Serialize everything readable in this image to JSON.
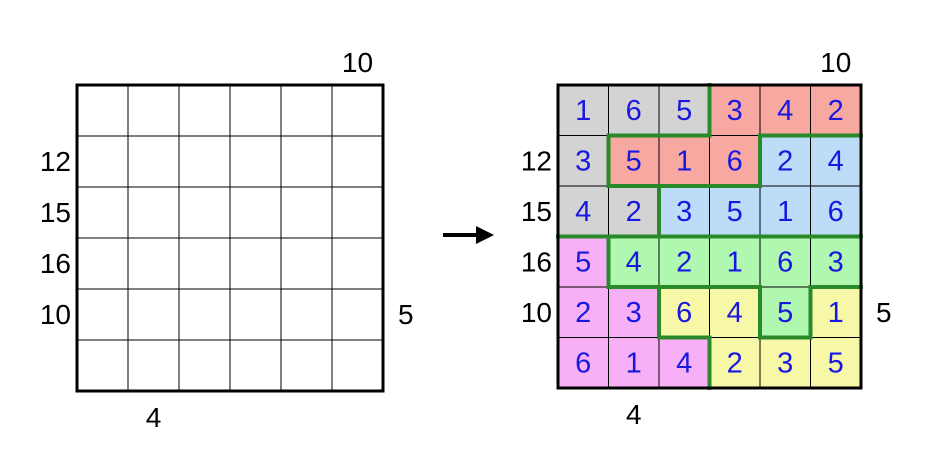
{
  "left_puzzle": {
    "top_clues": [
      "",
      "",
      "",
      "",
      "",
      "10"
    ],
    "left_clues": [
      "",
      "12",
      "15",
      "16",
      "10",
      ""
    ],
    "right_clues": [
      "",
      "",
      "",
      "",
      "5",
      ""
    ],
    "bottom_clues": [
      "",
      "4",
      "",
      "",
      "",
      ""
    ]
  },
  "arrow_icon": "right-arrow-icon",
  "right_puzzle": {
    "top_clues": [
      "",
      "",
      "",
      "",
      "",
      "10"
    ],
    "left_clues": [
      "",
      "12",
      "15",
      "16",
      "10",
      ""
    ],
    "right_clues": [
      "",
      "",
      "",
      "",
      "5",
      ""
    ],
    "bottom_clues": [
      "",
      "4",
      "",
      "",
      "",
      ""
    ],
    "digits": [
      [
        "1",
        "6",
        "5",
        "3",
        "4",
        "2"
      ],
      [
        "3",
        "5",
        "1",
        "6",
        "2",
        "4"
      ],
      [
        "4",
        "2",
        "3",
        "5",
        "1",
        "6"
      ],
      [
        "5",
        "4",
        "2",
        "1",
        "6",
        "3"
      ],
      [
        "2",
        "3",
        "6",
        "4",
        "5",
        "1"
      ],
      [
        "6",
        "1",
        "4",
        "2",
        "3",
        "5"
      ]
    ],
    "region_map": [
      [
        "A",
        "A",
        "A",
        "B",
        "B",
        "B"
      ],
      [
        "A",
        "B",
        "B",
        "B",
        "C",
        "C"
      ],
      [
        "A",
        "A",
        "C",
        "C",
        "C",
        "C"
      ],
      [
        "D",
        "E",
        "E",
        "E",
        "E",
        "E"
      ],
      [
        "D",
        "D",
        "F",
        "F",
        "E",
        "F"
      ],
      [
        "D",
        "D",
        "D",
        "F",
        "F",
        "F"
      ]
    ],
    "region_colors": {
      "A": "#d3d3d3",
      "B": "#f7a8a0",
      "C": "#bcdcf7",
      "D": "#f7b0f5",
      "E": "#b0f7b0",
      "F": "#f7f7a8"
    },
    "digit_color": "#1818e0",
    "region_border_color": "#2a8a2a"
  }
}
